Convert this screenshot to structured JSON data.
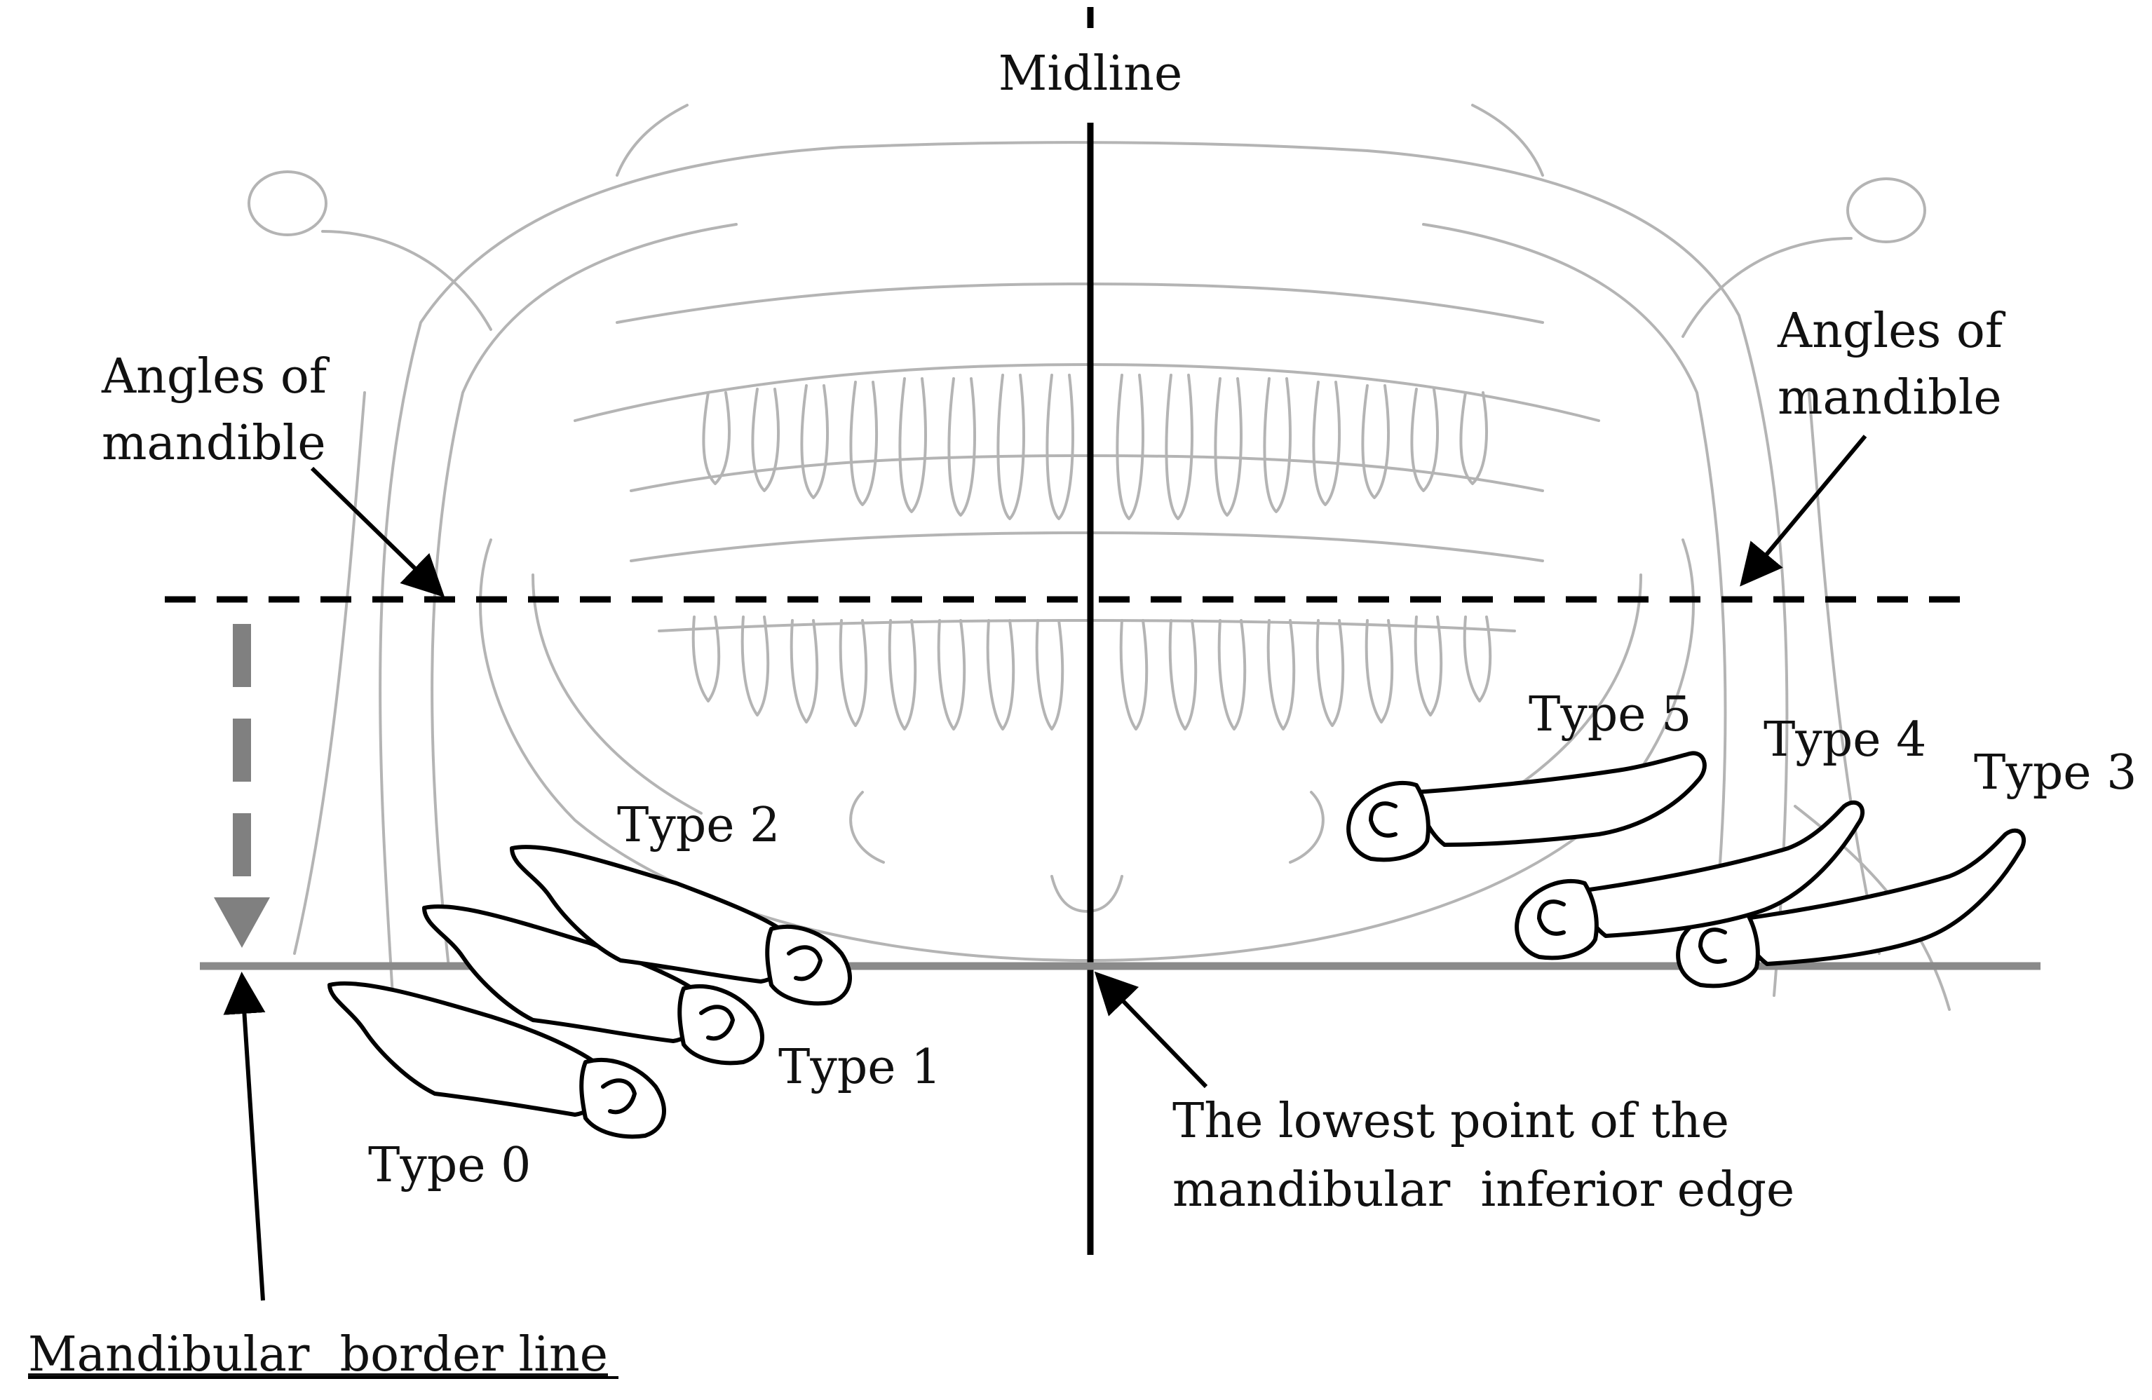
{
  "labels": {
    "midline": "Midline",
    "angles_left": [
      "Angles of",
      "mandible"
    ],
    "angles_right": [
      "Angles of",
      "mandible"
    ],
    "lowest_point": [
      "The lowest point of the",
      "mandibular  inferior edge"
    ],
    "border_line": "Mandibular  border line",
    "types": [
      "Type 0",
      "Type 1",
      "Type 2",
      "Type 3",
      "Type 4",
      "Type 5"
    ]
  },
  "colors": {
    "ink": "#000000",
    "anatomy_sketch": "#b4b4b4",
    "border_line": "#8a8a8a",
    "guide_arrow": "#808080"
  }
}
